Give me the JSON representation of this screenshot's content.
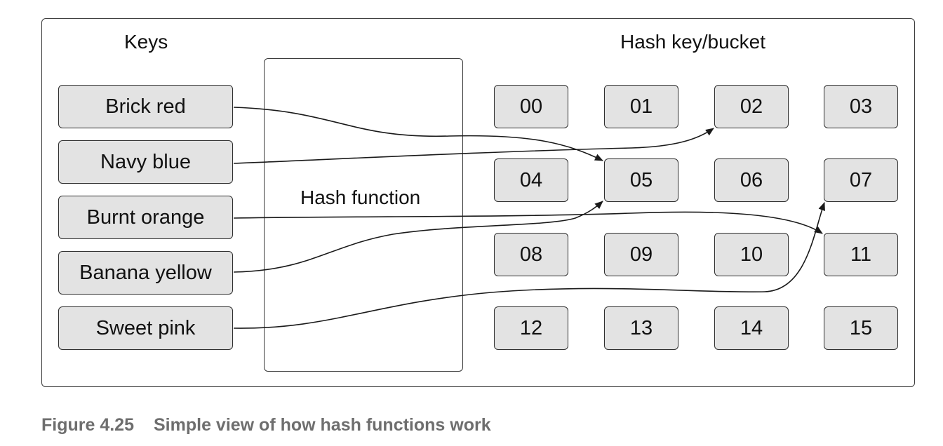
{
  "diagram": {
    "keys_heading": "Keys",
    "buckets_heading": "Hash key/bucket",
    "hash_function_label": "Hash function",
    "keys": [
      "Brick red",
      "Navy blue",
      "Burnt orange",
      "Banana yellow",
      "Sweet pink"
    ],
    "buckets": [
      "00",
      "01",
      "02",
      "03",
      "04",
      "05",
      "06",
      "07",
      "08",
      "09",
      "10",
      "11",
      "12",
      "13",
      "14",
      "15"
    ],
    "mappings": [
      {
        "key": "Brick red",
        "bucket": "05"
      },
      {
        "key": "Navy blue",
        "bucket": "02"
      },
      {
        "key": "Burnt orange",
        "bucket": "11"
      },
      {
        "key": "Banana yellow",
        "bucket": "05"
      },
      {
        "key": "Sweet pink",
        "bucket": "07"
      }
    ]
  },
  "caption": {
    "number": "Figure 4.25",
    "text": "Simple view of how hash functions work"
  }
}
